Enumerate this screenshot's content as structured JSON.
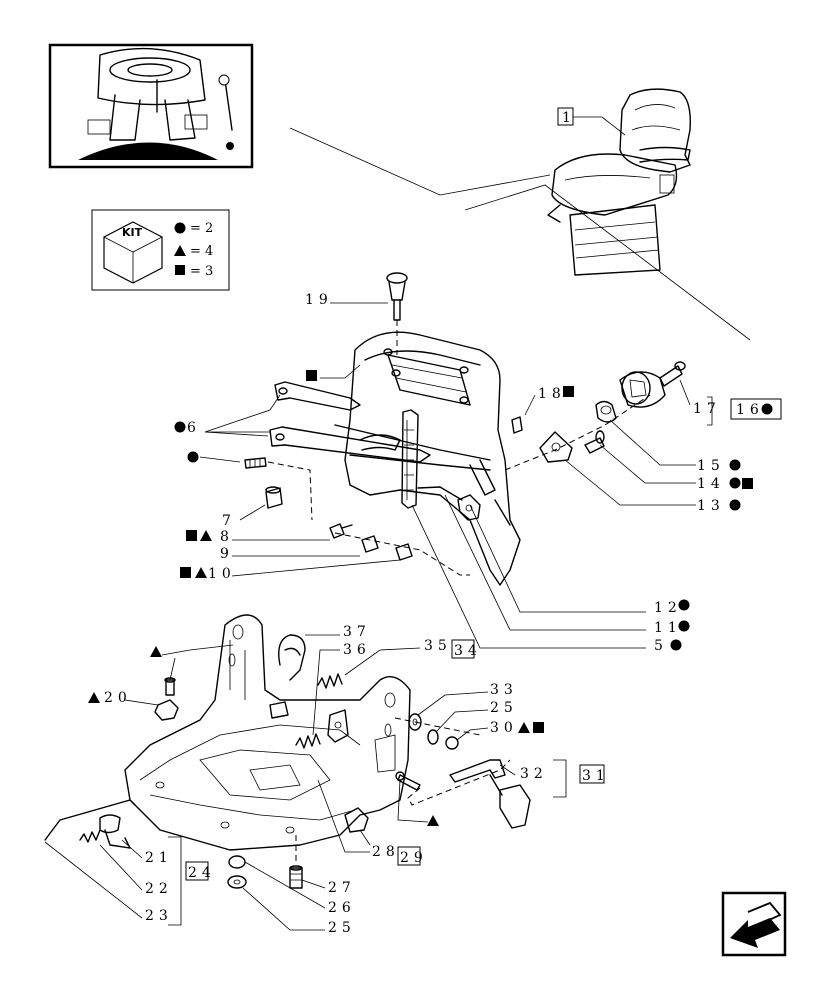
{
  "kit": {
    "label": "KIT",
    "rows": [
      {
        "symbol": "circle",
        "text": "= 2"
      },
      {
        "symbol": "triangle",
        "text": "= 4"
      },
      {
        "symbol": "square",
        "text": "= 3"
      }
    ]
  },
  "labels": {
    "l1": "1",
    "l19": "19",
    "l18": "18",
    "l17": "17",
    "l16": "16",
    "l15": "15",
    "l14": "14",
    "l13": "13",
    "l6": "6",
    "l7": "7",
    "l8": "8",
    "l9": "9",
    "l10": "10",
    "l12": "12",
    "l11": "11",
    "l5": "5",
    "l37": "37",
    "l36": "36",
    "l35": "35",
    "l34": "34",
    "l33": "33",
    "l25a": "25",
    "l30": "30",
    "l20": "20",
    "l32": "32",
    "l31": "31",
    "l21": "21",
    "l24": "24",
    "l22": "22",
    "l23": "23",
    "l28": "28",
    "l29": "29",
    "l27": "27",
    "l26": "26",
    "l25b": "25"
  },
  "colors": {
    "ink": "#000000",
    "paper": "#ffffff"
  }
}
